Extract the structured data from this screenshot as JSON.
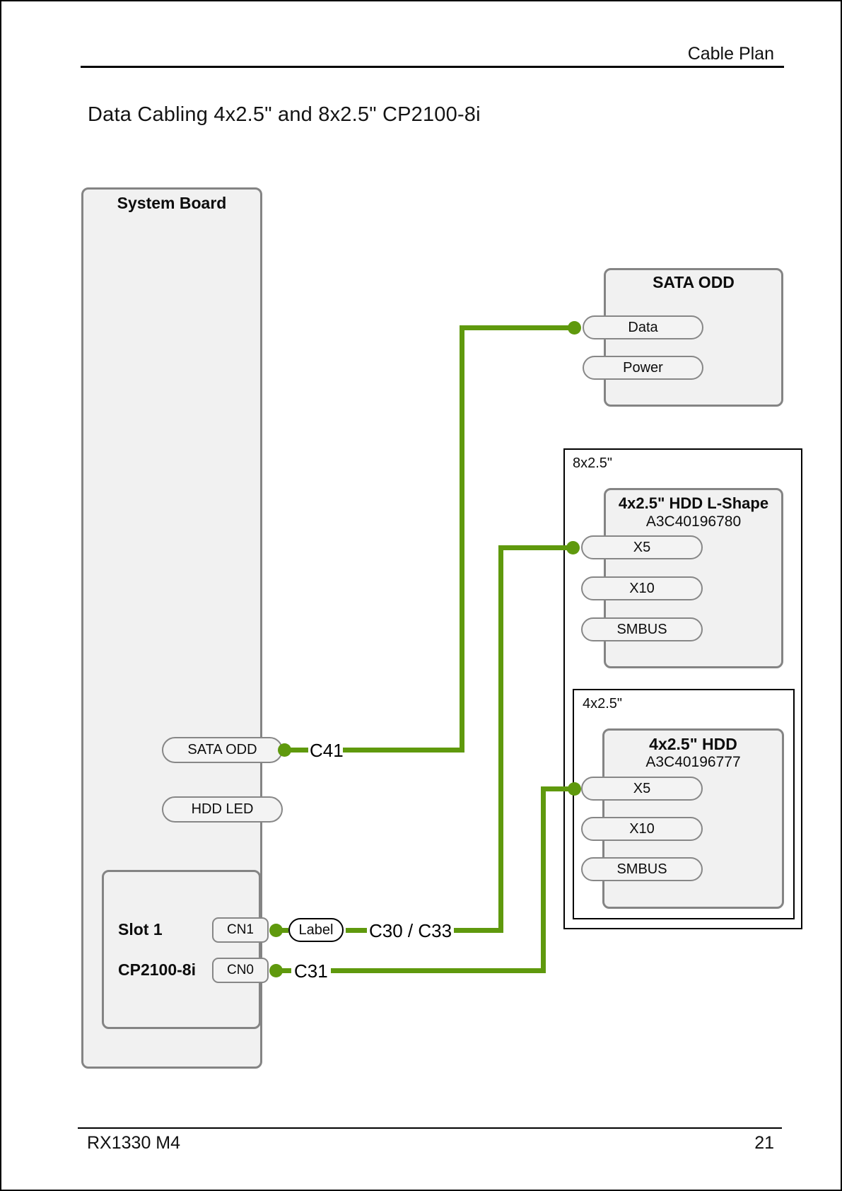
{
  "header": {
    "title": "Cable Plan"
  },
  "title": "Data Cabling 4x2.5\" and 8x2.5\" CP2100-8i",
  "footer": {
    "model": "RX1330 M4",
    "page": "21"
  },
  "system_board": {
    "title": "System Board",
    "sata_odd": "SATA ODD",
    "hdd_led": "HDD LED",
    "slot": {
      "name": "Slot 1",
      "card": "CP2100-8i",
      "cn1": "CN1",
      "cn0": "CN0"
    }
  },
  "sata_odd_drive": {
    "title": "SATA ODD",
    "data": "Data",
    "power": "Power"
  },
  "bay_8x25": {
    "label": "8x2.5\"",
    "l_shape": {
      "title": "4x2.5\" HDD L-Shape",
      "part": "A3C40196780",
      "x5": "X5",
      "x10": "X10",
      "smbus": "SMBUS"
    },
    "bay_4x25": {
      "label": "4x2.5\"",
      "hdd": {
        "title": "4x2.5\" HDD",
        "part": "A3C40196777",
        "x5": "X5",
        "x10": "X10",
        "smbus": "SMBUS"
      }
    }
  },
  "cables": {
    "c41": "C41",
    "c30c33": "C30 / C33",
    "c31": "C31",
    "tag": "Label"
  },
  "colors": {
    "cable_green": "#5f990d",
    "box_fill": "#f1f1f1",
    "box_border": "#848484"
  }
}
